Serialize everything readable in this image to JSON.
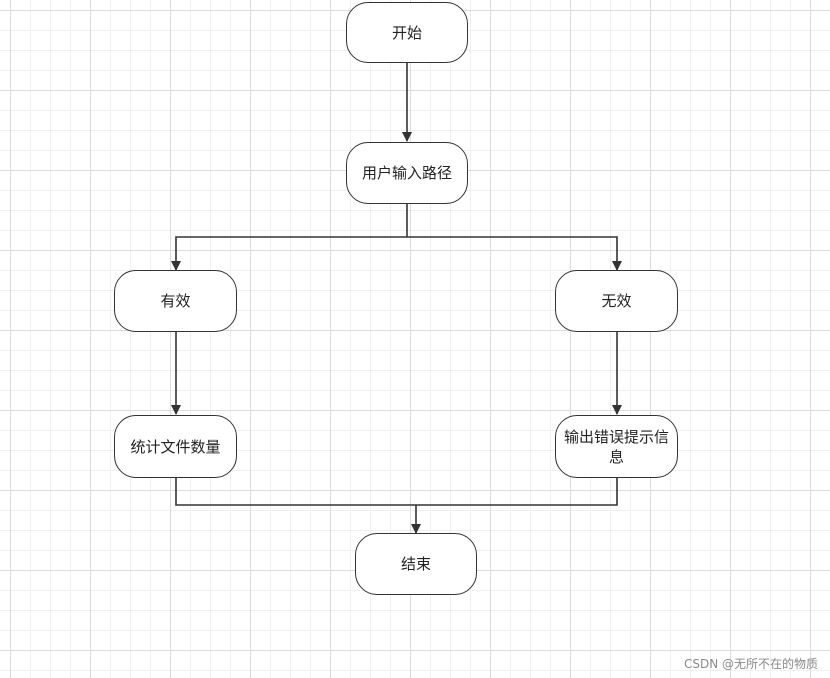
{
  "nodes": {
    "start": "开始",
    "input_path": "用户输入路径",
    "valid": "有效",
    "invalid": "无效",
    "count_files": "统计文件数量",
    "error_msg": "输出错误提示信息",
    "end": "结束"
  },
  "watermark": "CSDN @无所不在的物质",
  "colors": {
    "stroke": "#333333",
    "node_fill": "#ffffff",
    "grid": "#dcdcdc"
  }
}
